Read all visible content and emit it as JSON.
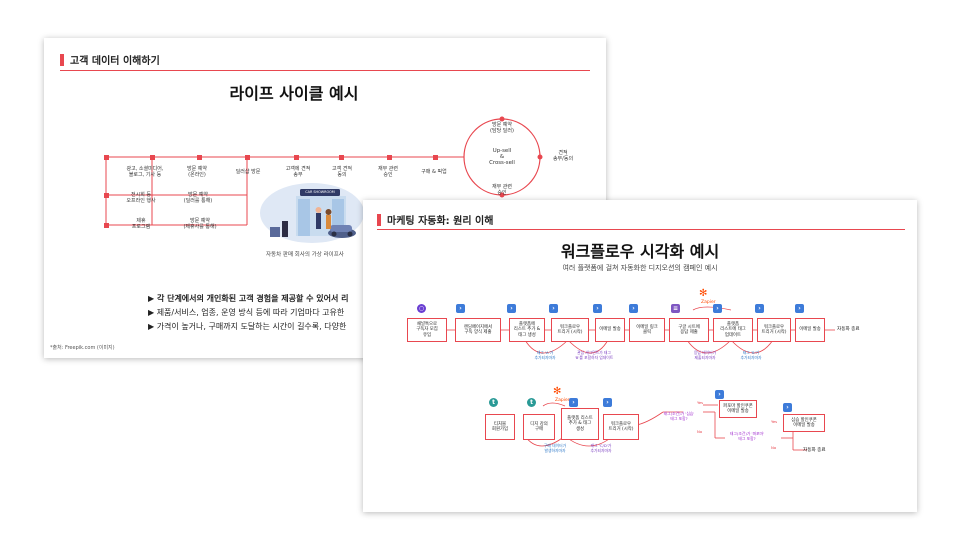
{
  "slide1": {
    "header": "고객 데이터 이해하기",
    "title": "라이프 사이클 예시",
    "stages": [
      "광고, 소셜미디어,\n블로그, 기사 등",
      "방문 예약\n(온라인)",
      "딜러샵 방문",
      "고객에 견적\n송부",
      "고객 견적\n동의",
      "재무 관련\n승인",
      "구매 & 픽업"
    ],
    "branch_a": [
      "전시회 등\n오프라인 행사",
      "방문 예약\n(딜러를 통해)"
    ],
    "branch_b": [
      "제휴\n프로그램",
      "방문 예약\n(제휴사를 통해)"
    ],
    "cycle": {
      "top": "방문 예약\n(담당 딜러)",
      "center": "Up-sell\n&\nCross-sell",
      "right": "견적\n송부/동의",
      "bottom": "재무 관련\n승인"
    },
    "illustration_sign": "CAR SHOWROOM",
    "caption": "자동차 판매 회사의 가상 라이프사",
    "bullets": [
      "▶ 각 단계에서의 개인화된 고객 경험을 제공할 수 있어서 리",
      "▶ 제품/서비스, 업종, 운영 방식 등에 따라 기업마다 고유한",
      "▶ 가격이 높거나, 구매까지 도달하는 시간이 길수록, 다양한"
    ],
    "source": "*출처: Freepik.com (이미지)"
  },
  "slide2": {
    "header": "마케팅 자동화: 원리 이해",
    "title": "워크플로우 시각화 예시",
    "subtitle": "여러 플랫폼에 걸쳐 자동화한 디지오션의 캠페인 예시",
    "row1": [
      "채널톡으로\n구독자 모집\n유입",
      "랜딩페이지에서\n구독 양식 제출",
      "플랫폼에\n리스트 추가 &\n태그 생성",
      "워크플로우\n트리거 (시작)",
      "이메일 발송",
      "이메일 링크\n클릭",
      "구글 시트에\n응답 제출",
      "플랫폼\n리스트에 태그\n업데이트",
      "워크플로우\n트리거 (시작)",
      "이메일 발송"
    ],
    "row1_end": "자동화 종료",
    "row1_tags": [
      "태그 'A'가\n추가되자마자",
      "관심 세그먼트가 태그\n'B'를 포함하자 업데이트",
      "응답 데이터가\n제출되자마자",
      "태그 'B'가\n추가되자마자"
    ],
    "zapier": "Zapier",
    "row2": [
      "티처블\n회원가입",
      "디지 강의\n구매",
      "플랫폼 리스트\n추가 & 태그\n생성",
      "워크플로우\n트리거 (시작)"
    ],
    "row2_tags": [
      "구매 데이터가\n발생하자마자",
      "태그 'C/D'가\n추가되자마자"
    ],
    "cond1": "태그(조건)가 '심습'\n태그 포함?",
    "cond2": "태그(조건)가 '퍼포마'\n태그 포함?",
    "yes": "Yes",
    "no": "No",
    "out1": "퍼포마 할인쿠폰\n이메일 발송",
    "out2": "심습 할인쿠폰\n이메일 발송",
    "end2": "자동화 종료"
  }
}
